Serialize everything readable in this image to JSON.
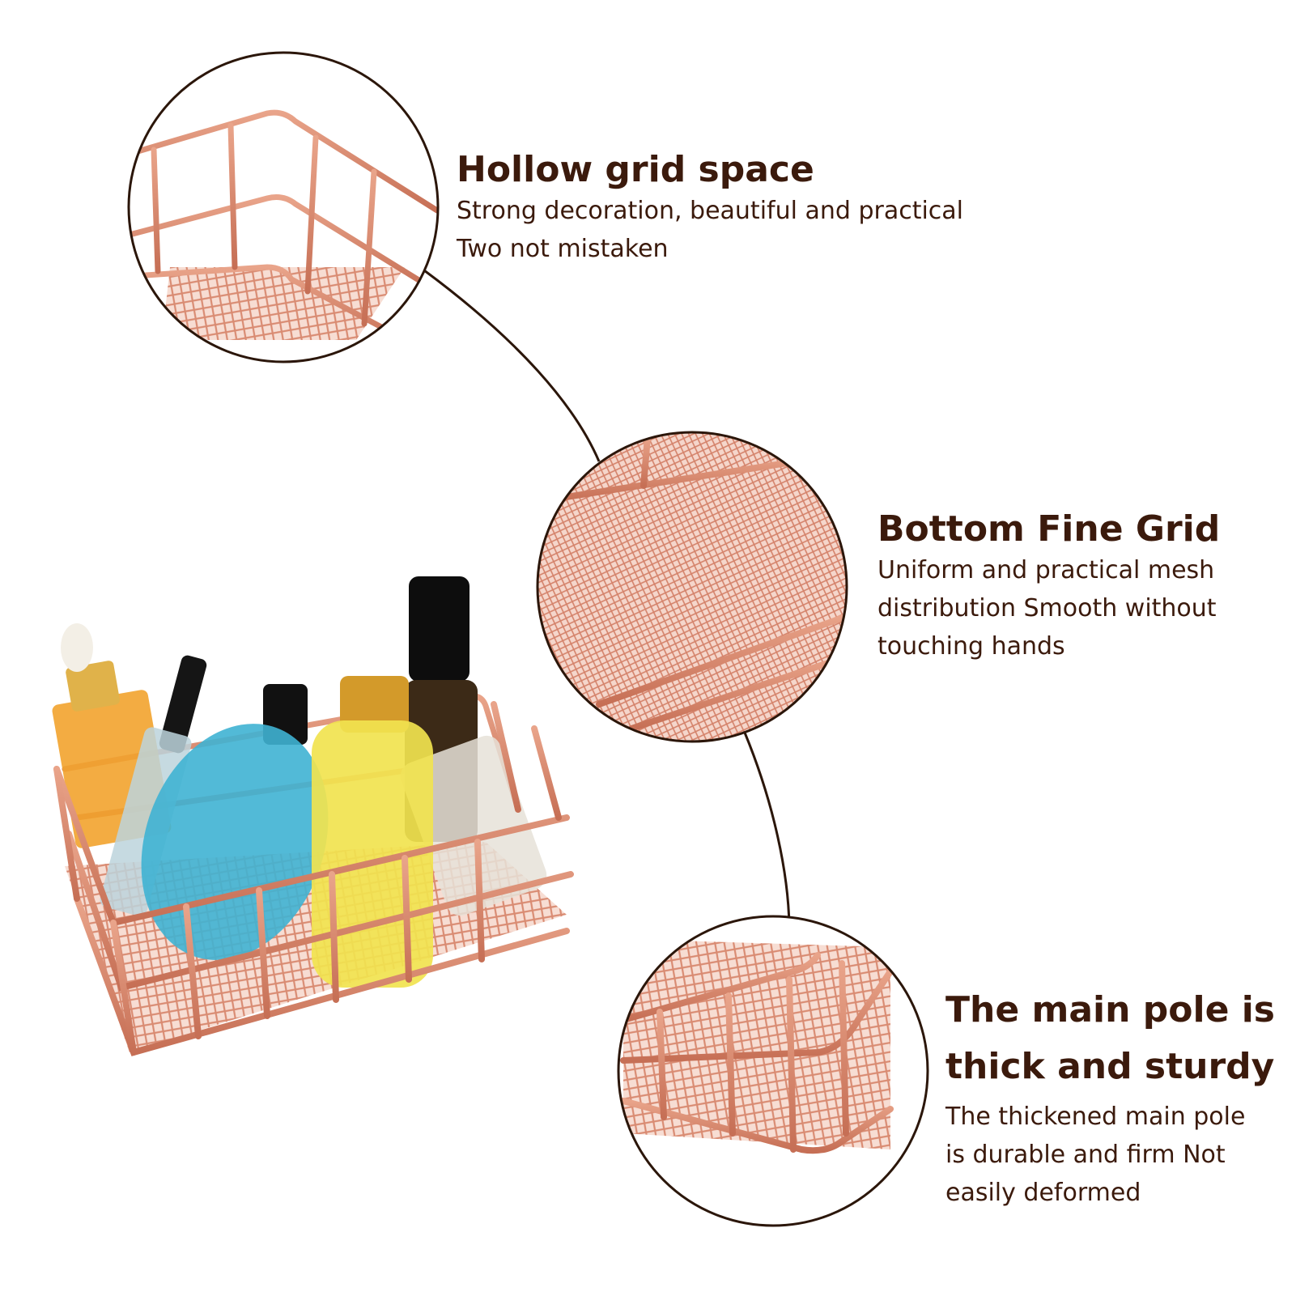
{
  "colors": {
    "text": "#3b1a0c",
    "connector": "#2b160a",
    "rose_gold": "#d9876a",
    "rose_gold_dark": "#b5634a",
    "mesh_bg": "#f6d9cf"
  },
  "features": [
    {
      "title": "Hollow grid space",
      "lines": [
        "Strong decoration, beautiful and practical",
        "Two not mistaken"
      ]
    },
    {
      "title": "Bottom Fine Grid",
      "lines": [
        "Uniform and practical mesh",
        "distribution Smooth without",
        "touching hands"
      ]
    },
    {
      "title_lines": [
        "The main pole is",
        "thick and sturdy"
      ],
      "lines": [
        "The thickened main pole",
        "is durable and firm Not",
        "easily deformed"
      ]
    }
  ]
}
